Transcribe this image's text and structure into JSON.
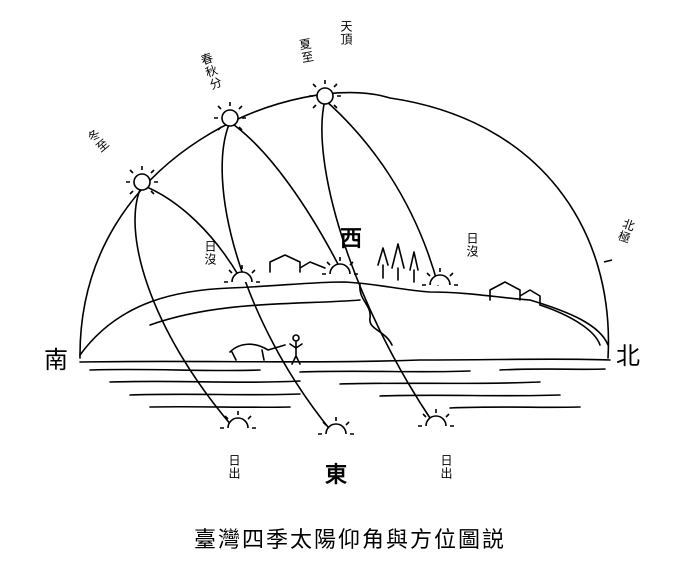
{
  "labels": {
    "winter_solstice": "冬至",
    "equinox": "春秋分",
    "summer_solstice": "夏至",
    "zenith": "天頂",
    "north_pole": "北極",
    "west": "西",
    "east": "東",
    "south": "南",
    "north": "北",
    "sunset_left": "日沒",
    "sunset_right": "日沒",
    "sunrise_left": "日出",
    "sunrise_right": "日出"
  },
  "caption": "臺灣四季太陽仰角與方位圖説"
}
